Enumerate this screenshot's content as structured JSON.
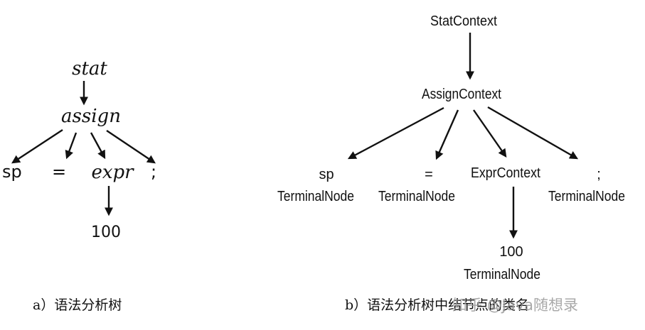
{
  "left_tree": {
    "caption": "a）语法分析树",
    "nodes": {
      "stat": "stat",
      "assign": "assign",
      "sp": "sp",
      "eq": "=",
      "expr": "expr",
      "semi": ";",
      "num": "100"
    }
  },
  "right_tree": {
    "caption": "b）语法分析树中结节点的类名",
    "nodes": {
      "stat": "StatContext",
      "assign": "AssignContext",
      "sp": "sp",
      "sp_type": "TerminalNode",
      "eq": "=",
      "eq_type": "TerminalNode",
      "expr": "ExprContext",
      "semi": ";",
      "semi_type": "TerminalNode",
      "num": "100",
      "num_type": "TerminalNode"
    }
  },
  "watermark": "知乎 @Java随想录"
}
